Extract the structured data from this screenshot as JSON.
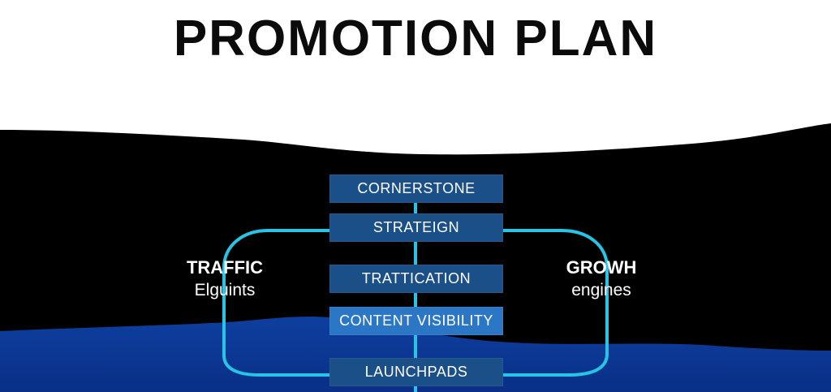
{
  "title": "PROMOTION PLAN",
  "stack": [
    "CORNERSTONE",
    "STRATEIGN",
    "TRATTICATION",
    "CONTENT VISIBILITY",
    "LAUNCHPADS"
  ],
  "left_group": {
    "line1": "TRAFFIC",
    "line2": "Elguints"
  },
  "right_group": {
    "line1": "GROWH",
    "line2": "engines"
  },
  "colors": {
    "background_band": "#000000",
    "wave": "#0d3c9a",
    "connector": "#28c4e6",
    "box_dark": "#1a4f87",
    "box_bright": "#2b77c6"
  }
}
